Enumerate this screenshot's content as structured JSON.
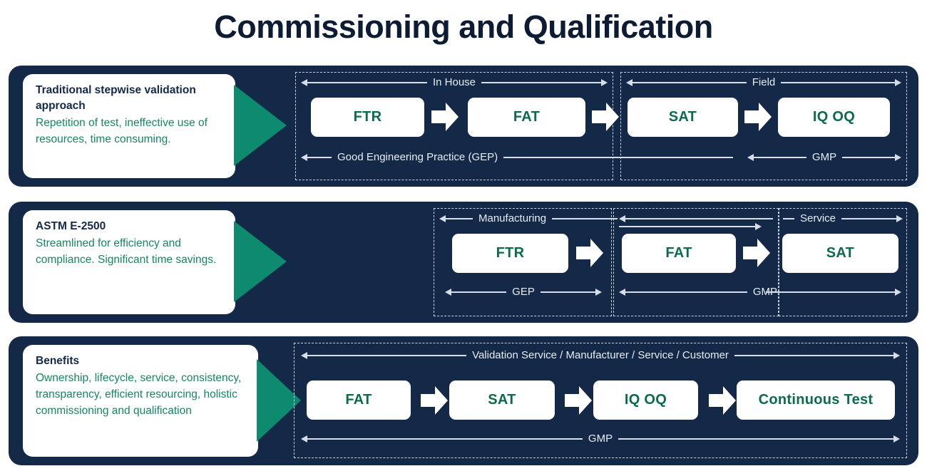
{
  "title": "Commissioning and Qualification",
  "colors": {
    "navy_panel": "#142848",
    "teal_accent": "#0e8a6e",
    "green_text": "#17865f",
    "stage_text": "#0b6b4c",
    "dashed_border": "#c8d2de",
    "title": "#0d1b33"
  },
  "rows": [
    {
      "callout": {
        "title": "Traditional stepwise validation approach",
        "body": "Repetition of test, ineffective use of resources,  time consuming."
      },
      "sections": [
        {
          "top_label": "In House",
          "bottom_label": "Good Engineering Practice (GEP)",
          "stages": [
            "FTR",
            "FAT"
          ]
        },
        {
          "top_label": "Field",
          "bottom_label": "GMP",
          "stages": [
            "SAT",
            "IQ OQ"
          ]
        }
      ]
    },
    {
      "callout": {
        "title": "ASTM E-2500",
        "body": "Streamlined for efficiency and compliance. Significant time savings."
      },
      "sections": [
        {
          "top_label": "Manufacturing",
          "bottom_label": "GEP",
          "stages": [
            "FTR"
          ]
        },
        {
          "top_label": "",
          "bottom_label": "GMP",
          "stages": [
            "FAT"
          ]
        },
        {
          "top_label": "Service",
          "bottom_label": "",
          "stages": [
            "SAT"
          ]
        }
      ]
    },
    {
      "callout": {
        "title": "Benefits",
        "body": "Ownership, lifecycle,  service, consistency, transparency, efficient resourcing, holistic commissioning and qualification"
      },
      "sections": [
        {
          "top_label": "Validation Service / Manufacturer / Service / Customer",
          "bottom_label": "GMP",
          "stages": [
            "FAT",
            "SAT",
            "IQ OQ",
            "Continuous Test"
          ]
        }
      ]
    }
  ]
}
